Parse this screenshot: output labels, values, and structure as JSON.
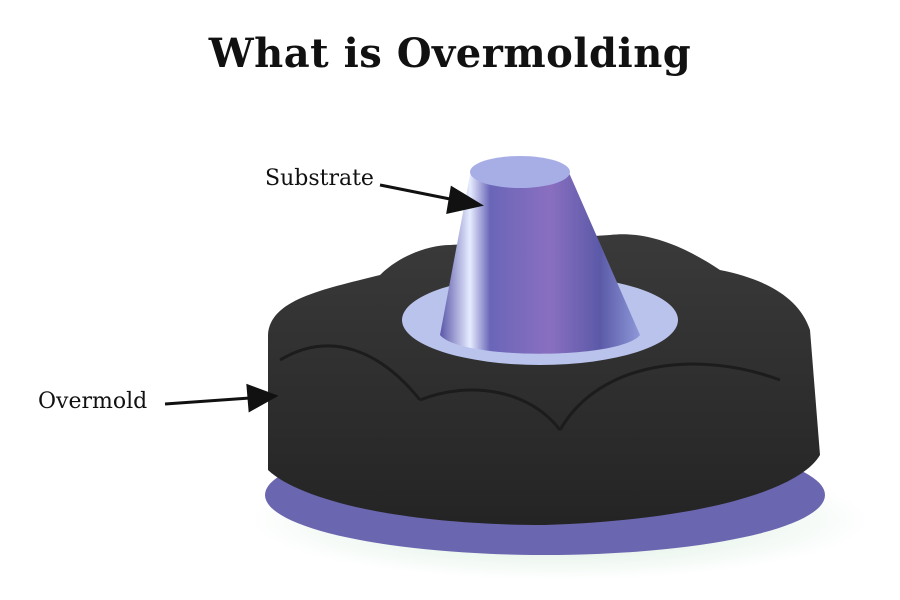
{
  "title": "What is Overmolding",
  "labels": {
    "substrate": "Substrate",
    "overmold": "Overmold"
  },
  "colors": {
    "overmold": "#2e2e2e",
    "substrate": "#7f7fc8",
    "substrate_flange": "#b9c3ec",
    "base_ring": "#6b66b0",
    "shadow": "#dcefe0",
    "text": "#111111"
  },
  "illustration": {
    "object": "star-shaped knob",
    "parts": [
      "substrate cone (purple/blue metallic)",
      "black textured overmold knob",
      "purple base ring"
    ]
  }
}
